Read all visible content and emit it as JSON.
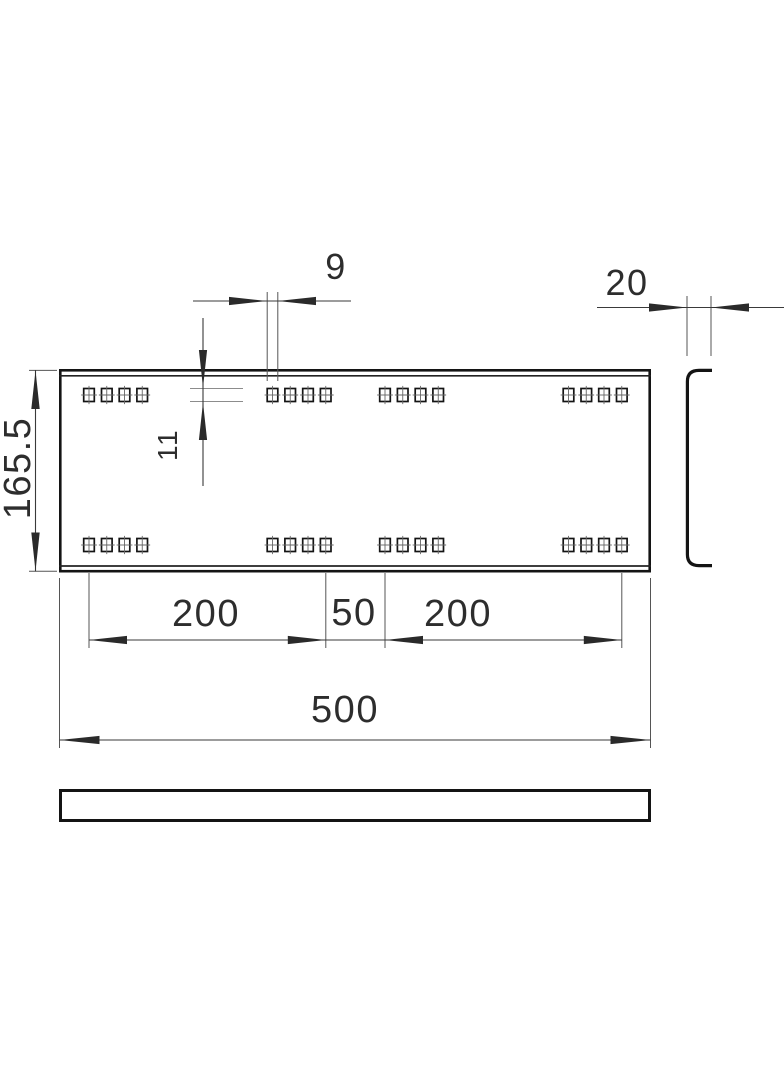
{
  "drawing": {
    "dimensions": {
      "hole_width": "9",
      "flange_width": "20",
      "plate_height": "165.5",
      "hole_height": "11",
      "span_left": "200",
      "span_center": "50",
      "span_right": "200",
      "total_length": "500"
    },
    "hole_pattern": {
      "rows": 2,
      "groups_per_row": 4,
      "holes_per_group": 4
    },
    "colors": {
      "object_line": "#141414",
      "dim_line": "#3a3a3a",
      "thin_line": "#8c8c8c",
      "hole_cross": "#666666",
      "background": "#ffffff"
    }
  }
}
